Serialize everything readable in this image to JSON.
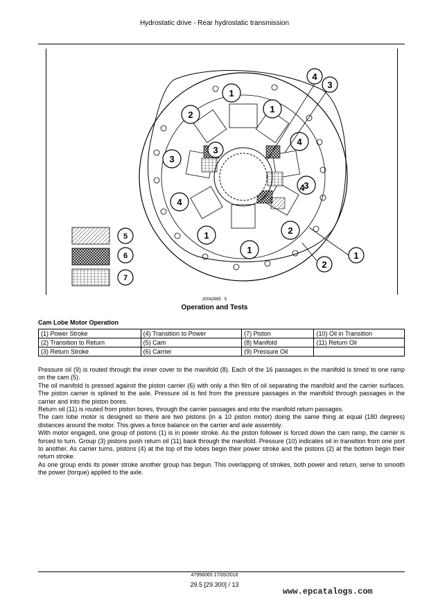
{
  "header": {
    "title": "Hydrostatic drive - Rear hydrostatic transmission"
  },
  "figure": {
    "callouts": [
      "1",
      "1",
      "1",
      "1",
      "1",
      "2",
      "2",
      "2",
      "3",
      "3",
      "3",
      "3",
      "4",
      "4",
      "4",
      "4"
    ],
    "legend": [
      "5",
      "6",
      "7"
    ],
    "id": "20042895",
    "id_index": "5",
    "caption": "Operation and Tests"
  },
  "section": {
    "title": "Cam Lobe Motor Operation",
    "legend_rows": [
      [
        "(1) Power Stroke",
        "(4) Transition to Power",
        "(7) Piston",
        "(10) Oil in Transition"
      ],
      [
        "(2) Transition to Return",
        "(5) Cam",
        "(8) Manifold",
        "(11) Return Oil"
      ],
      [
        "(3) Return Stroke",
        "(6) Carrier",
        "(9) Pressure Oil",
        ""
      ]
    ]
  },
  "body": {
    "paragraphs": [
      "Pressure oil (9) is routed through the inner cover to the manifold (8). Each of the 16 passages in the manifold is timed to one ramp on the cam (5).",
      "The oil manifold is pressed against the piston carrier (6) with only a thin film of oil separating the manifold and the carrier surfaces. The piston carrier is splined to the axle. Pressure oil is fed from the pressure passages in the manifold through passages in the carrier and into the piston bores.",
      "Return oil (11) is routed from piston bores, through the carrier passages and into the manifold return passages.",
      "The cam lobe motor is designed so there are two pistons (in a 10 piston motor) doing the same thing at equal (180 degrees) distances around the motor. This gives a force balance on the carrier and axle assembly.",
      "With motor engaged, one group of pistons (1) is in power stroke. As the piston follower is forced down the cam ramp, the carrier is forced to turn. Group (3) pistons push return oil (11) back through the manifold. Pressure (10) indicates oil in transition from one port to another. As carrier turns, pistons (4) at the top of the lobes begin their power stroke and the pistons (2) at the bottom begin their return stroke.",
      "As one group ends its power stroke another group has begun. This overlapping of strokes, both power and return, serve to smooth the power (torque) applied to the axle."
    ]
  },
  "footer": {
    "doc_ref": "47956065 17/05/2016",
    "page": "29.5 [29.300] / 13",
    "watermark": "www.epcatalogs.com"
  }
}
